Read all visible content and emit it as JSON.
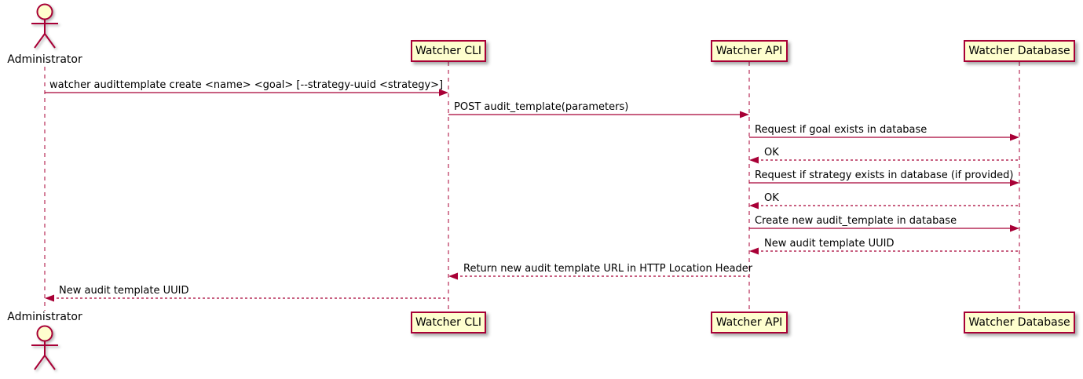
{
  "diagram": {
    "type": "sequence-diagram",
    "participants": [
      {
        "name": "Administrator",
        "kind": "actor"
      },
      {
        "name": "Watcher CLI",
        "kind": "participant"
      },
      {
        "name": "Watcher API",
        "kind": "participant"
      },
      {
        "name": "Watcher Database",
        "kind": "participant"
      }
    ],
    "messages": [
      {
        "from": "Administrator",
        "to": "Watcher CLI",
        "style": "solid",
        "text": "watcher audittemplate create <name> <goal> [--strategy-uuid <strategy>]"
      },
      {
        "from": "Watcher CLI",
        "to": "Watcher API",
        "style": "solid",
        "text": "POST audit_template(parameters)"
      },
      {
        "from": "Watcher API",
        "to": "Watcher Database",
        "style": "solid",
        "text": "Request if goal exists in database"
      },
      {
        "from": "Watcher Database",
        "to": "Watcher API",
        "style": "dashed",
        "text": "OK"
      },
      {
        "from": "Watcher API",
        "to": "Watcher Database",
        "style": "solid",
        "text": "Request if strategy exists in database (if provided)"
      },
      {
        "from": "Watcher Database",
        "to": "Watcher API",
        "style": "dashed",
        "text": "OK"
      },
      {
        "from": "Watcher API",
        "to": "Watcher Database",
        "style": "solid",
        "text": "Create new audit_template in database"
      },
      {
        "from": "Watcher Database",
        "to": "Watcher API",
        "style": "dashed",
        "text": "New audit template UUID"
      },
      {
        "from": "Watcher API",
        "to": "Watcher CLI",
        "style": "dashed",
        "text": "Return new audit template URL in HTTP Location Header"
      },
      {
        "from": "Watcher CLI",
        "to": "Administrator",
        "style": "dashed",
        "text": "New audit template UUID"
      }
    ],
    "colors": {
      "line": "#A80036",
      "participant_fill": "#FEFECE",
      "participant_border": "#A80036",
      "text": "#000000",
      "background": "#FFFFFF"
    }
  }
}
